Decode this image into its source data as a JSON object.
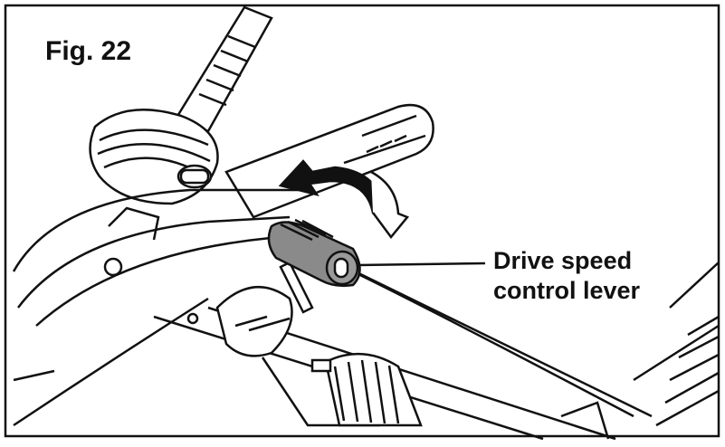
{
  "figure": {
    "title": "Fig. 22"
  },
  "callout": {
    "line1": "Drive speed",
    "line2": "control lever"
  },
  "colors": {
    "line": "#111111",
    "lever_fill": "#8a8a8a",
    "background": "#ffffff"
  }
}
